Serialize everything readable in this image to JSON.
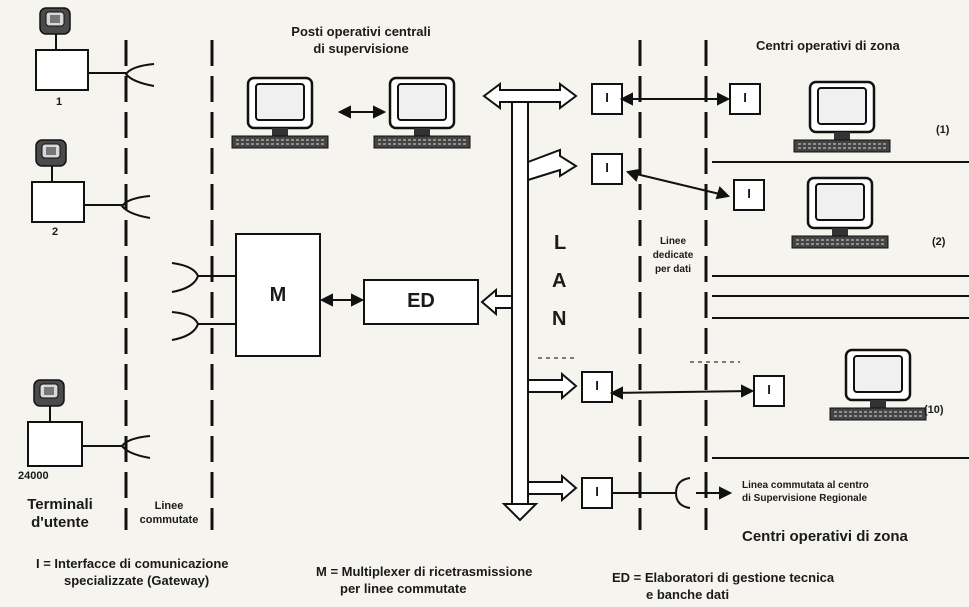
{
  "titles": {
    "central_line1": "Posti operativi centrali",
    "central_line2": "di supervisione",
    "zone_top": "Centri operativi di zona",
    "zone_bottom": "Centri operativi di zona"
  },
  "terminals": {
    "t1": "1",
    "t2": "2",
    "t3": "24000",
    "caption_line1": "Terminali",
    "caption_line2": "d'utente"
  },
  "switched_lines": {
    "line1": "Linee",
    "line2": "commutate"
  },
  "blocks": {
    "mux": "M",
    "ed": "ED",
    "gateway": "I"
  },
  "lan_letters": [
    "L",
    "A",
    "N"
  ],
  "dedicated_lines": {
    "line1": "Linee",
    "line2": "dedicate",
    "line3": "per dati"
  },
  "zone_numbers": {
    "z1": "(1)",
    "z2": "(2)",
    "z10": "(10)"
  },
  "regional_line": {
    "line1": "Linea commutata al centro",
    "line2": "di Supervisione Regionale"
  },
  "legend": {
    "i_line1": "I = Interfacce di comunicazione",
    "i_line2": "specializzate (Gateway)",
    "m_line1": "M = Multiplexer di ricetrasmissione",
    "m_line2": "per linee commutate",
    "ed_line1": "ED = Elaboratori di gestione tecnica",
    "ed_line2": "e banche dati"
  }
}
